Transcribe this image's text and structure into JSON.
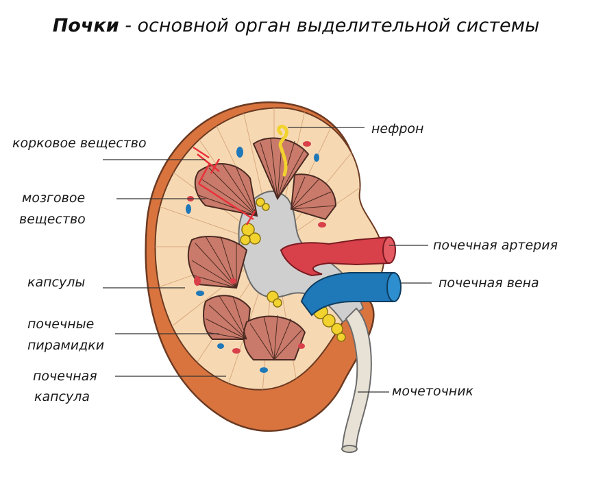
{
  "title": {
    "bold": "Почки",
    "rest": " - основной орган выделительной системы"
  },
  "labels": {
    "cortex": "корковое вещество",
    "medulla_1": "мозговое",
    "medulla_2": "вещество",
    "capsules": "капсулы",
    "pyramids_1": "почечные",
    "pyramids_2": "пирамидки",
    "renal_capsule_1": "почечная",
    "renal_capsule_2": "капсула",
    "nephron": "нефрон",
    "artery": "почечная артерия",
    "vein": "почечная вена",
    "ureter": "мочеточник"
  },
  "colors": {
    "outer_capsule": "#d9743f",
    "cortex_fill": "#f6d9b3",
    "pyramid": "#c97a6a",
    "pelvis": "#cfcfcf",
    "artery": "#d8404a",
    "vein": "#1f78b8",
    "fat": "#f2d22e",
    "ureter": "#e8e2d6",
    "marker": "#e8303a"
  }
}
